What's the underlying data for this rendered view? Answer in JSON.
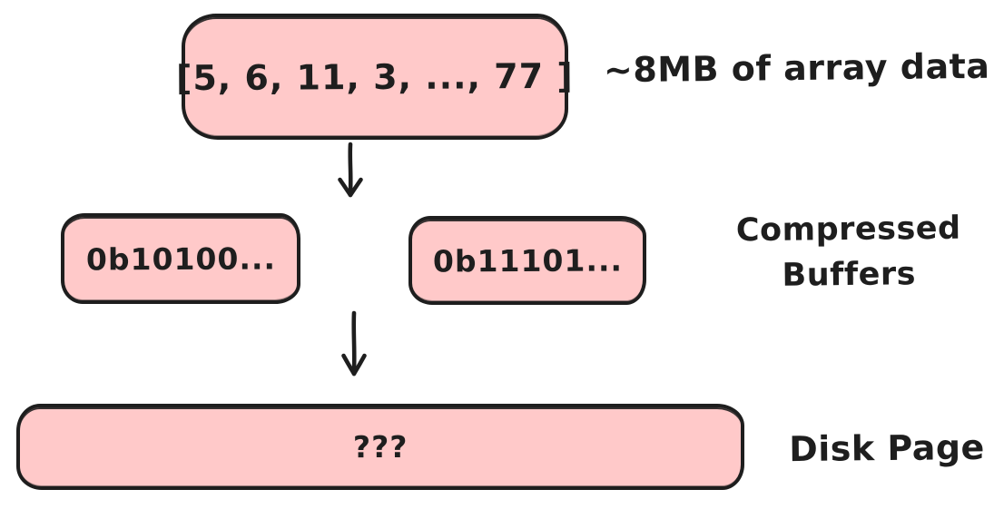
{
  "diagram": {
    "colors": {
      "background": "#ffffff",
      "shape_fill": "#ffc9c9",
      "stroke": "#1e1e1e"
    },
    "array_box": {
      "text": "[5, 6, 11, 3, ..., 77 ]"
    },
    "array_label": "~8MB of array data",
    "buffer_left_box": {
      "text": "0b10100..."
    },
    "buffer_right_box": {
      "text": "0b11101..."
    },
    "buffers_label": {
      "line1": "Compressed",
      "line2": "Buffers"
    },
    "disk_box": {
      "text": "???"
    },
    "disk_label": "Disk Page",
    "icons": {
      "flow_arrow_top": "down-arrow",
      "flow_arrow_bottom": "down-arrow"
    }
  }
}
